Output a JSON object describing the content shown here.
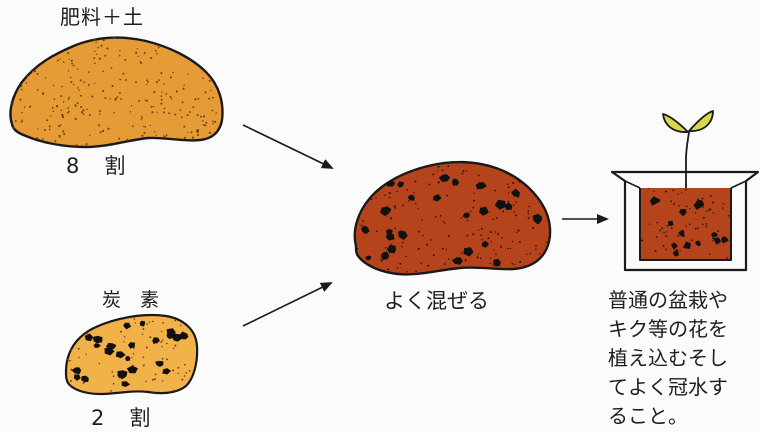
{
  "labels": {
    "fertilizer_soil": "肥料＋土",
    "fertilizer_ratio": "8　割",
    "charcoal": "炭　素",
    "charcoal_ratio": "2　割",
    "mix": "よく混ぜる"
  },
  "instruction_lines": [
    "普通の盆栽や",
    "キク等の花を",
    "植え込むそし",
    "てよく冠水す",
    "ること。"
  ],
  "colors": {
    "background": "#fbfbfb",
    "fertilizer_mound": "#e59c36",
    "charcoal_base": "#f2b24a",
    "mixed_soil": "#b5441c",
    "charcoal_lumps": "#111111",
    "sprout": "#d9d84a",
    "pot_outline": "#1a1a1a"
  }
}
